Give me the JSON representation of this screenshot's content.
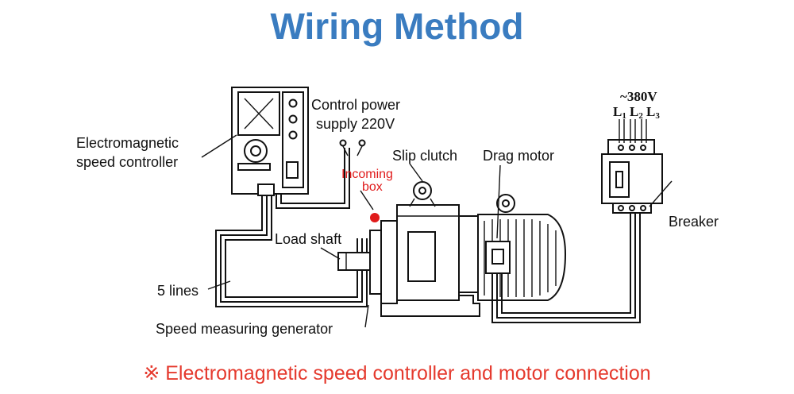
{
  "title": "Wiring Method",
  "caption": "※ Electromagnetic speed controller and motor connection",
  "labels": {
    "controller_line1": "Electromagnetic",
    "controller_line2": "speed controller",
    "control_power_line1": "Control power",
    "control_power_line2": "supply 220V",
    "slip_clutch": "Slip clutch",
    "drag_motor": "Drag motor",
    "incoming_box_line1": "Incoming",
    "incoming_box_line2": "box",
    "load_shaft": "Load shaft",
    "five_lines": "5 lines",
    "speed_generator": "Speed measuring generator",
    "breaker": "Breaker",
    "voltage": "~380V",
    "phase_l1": "L",
    "phase_l1_sub": "1",
    "phase_l2": "L",
    "phase_l2_sub": "2",
    "phase_l3": "L",
    "phase_l3_sub": "3"
  },
  "colors": {
    "title": "#3a7cc0",
    "caption": "#e53a2e",
    "incoming_box_marker": "#e01b1b",
    "line": "#111111"
  }
}
